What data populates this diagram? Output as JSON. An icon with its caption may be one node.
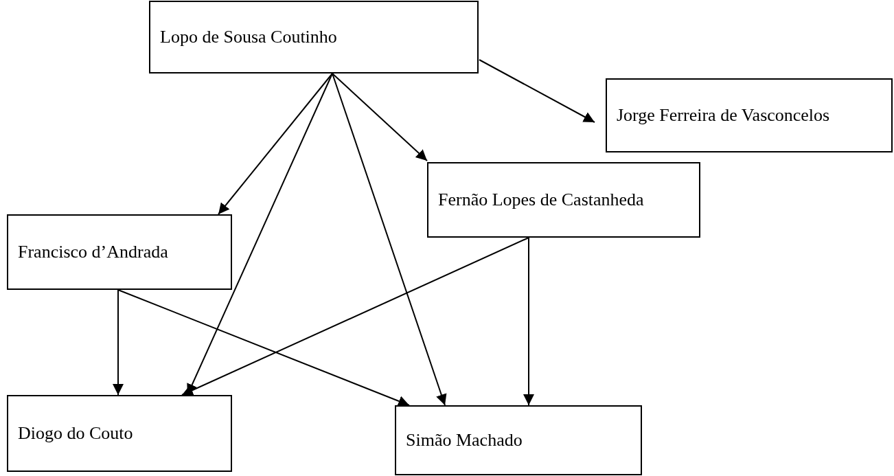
{
  "diagram": {
    "nodes": [
      {
        "text": [
          "Lopo de Sousa Coutinho"
        ]
      },
      {
        "text": [
          "Jorge Ferreira de Vasconcelos"
        ]
      },
      {
        "text": [
          "Fernão Lopes de Castanheda"
        ]
      },
      {
        "text": [
          "Francisco d’Andrada"
        ]
      },
      {
        "text": [
          "Diogo do Couto"
        ]
      },
      {
        "text": [
          "Simão Machado"
        ]
      }
    ],
    "edges": [
      {
        "from": 0,
        "to": 1,
        "arrow": "to"
      },
      {
        "from": 0,
        "to": 3,
        "arrow": "to"
      },
      {
        "from": 0,
        "to": 2,
        "arrow": "to"
      },
      {
        "from": 0,
        "to": 4,
        "arrow": "to"
      },
      {
        "from": 0,
        "to": 5,
        "arrow": "to"
      },
      {
        "from": 3,
        "to": 4,
        "arrow": "to"
      },
      {
        "from": 3,
        "to": 5,
        "arrow": "to"
      },
      {
        "from": 2,
        "to": 5,
        "arrow": "to"
      },
      {
        "from": 2,
        "to": 4,
        "arrow": "to"
      }
    ]
  }
}
